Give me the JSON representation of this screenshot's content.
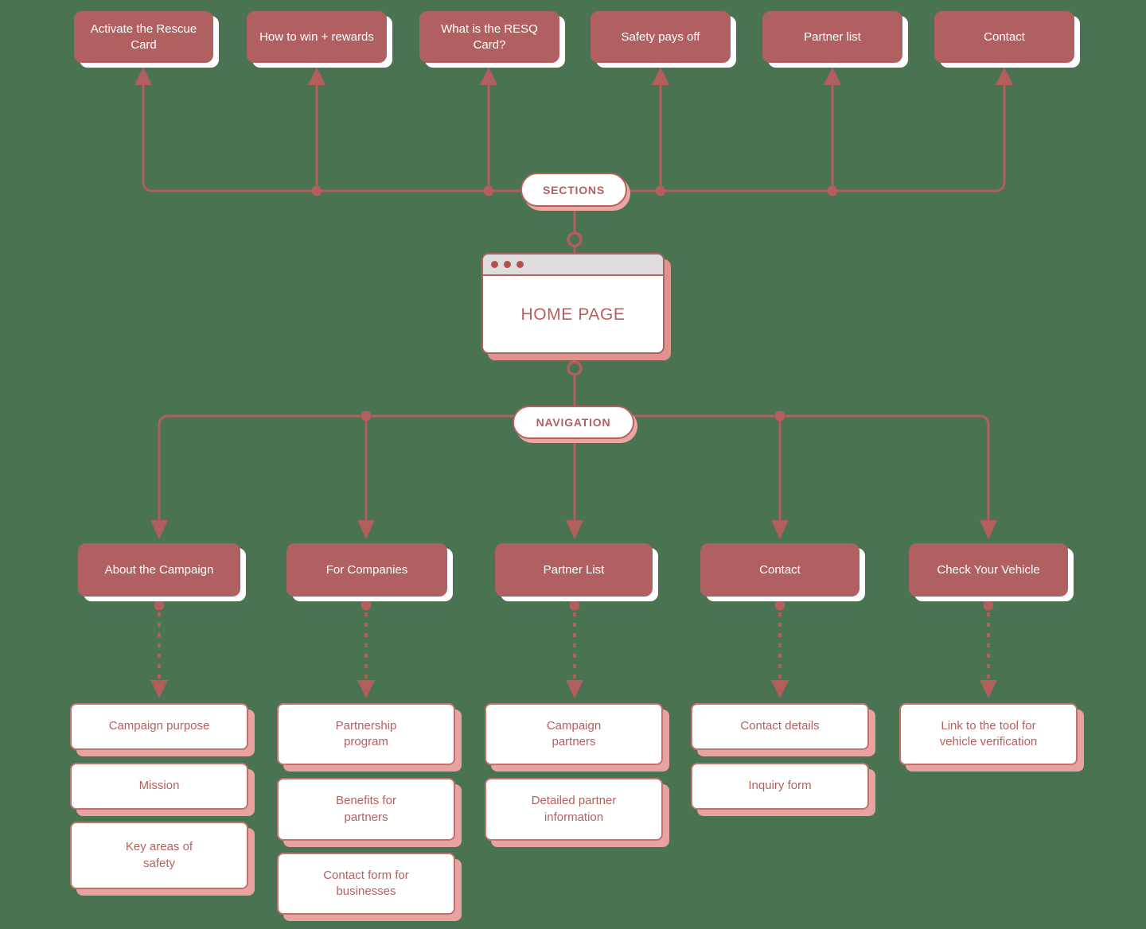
{
  "colors": {
    "background": "#4a7351",
    "node_fill": "#b06060",
    "node_text": "#ffffff",
    "line": "#b15e5d",
    "accent_text": "#b5605f",
    "leaf_border": "#c4706e",
    "leaf_shadow": "#e8a2a0",
    "white_shadow": "#ffffff",
    "window_titlebar": "#dedcdc"
  },
  "sections": {
    "label": "SECTIONS",
    "items": [
      {
        "label": "Activate the Rescue\nCard"
      },
      {
        "label": "How to win + rewards"
      },
      {
        "label": "What is the RESQ Card?"
      },
      {
        "label": "Safety pays off"
      },
      {
        "label": "Partner list"
      },
      {
        "label": "Contact"
      }
    ]
  },
  "home_page": {
    "title": "HOME PAGE"
  },
  "navigation": {
    "label": "NAVIGATION",
    "items": [
      {
        "label": "About the Campaign",
        "children": [
          "Campaign purpose",
          "Mission",
          "Key areas of\nsafety"
        ]
      },
      {
        "label": "For Companies",
        "children": [
          "Partnership\nprogram",
          "Benefits for\npartners",
          "Contact form for\nbusinesses"
        ]
      },
      {
        "label": "Partner List",
        "children": [
          "Campaign\npartners",
          "Detailed partner\ninformation"
        ]
      },
      {
        "label": "Contact",
        "children": [
          "Contact details",
          "Inquiry form"
        ]
      },
      {
        "label": "Check Your Vehicle",
        "children": [
          "Link to the tool for\nvehicle verification"
        ]
      }
    ]
  }
}
